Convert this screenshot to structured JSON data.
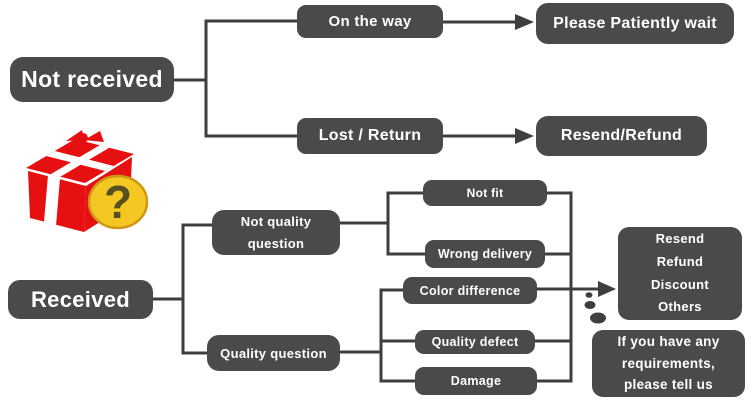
{
  "palette": {
    "box": "#4a4a4a",
    "line": "#3e3e3e",
    "text": "#ffffff",
    "gift_red": "#e71010",
    "gift_white": "#ffffff",
    "gift_yellow": "#f4c722",
    "gift_yellow_border": "#cf9716",
    "qmark": "#55501e"
  },
  "icons": {
    "gift": "gift-box-with-question-mark-icon"
  },
  "flowchart": {
    "not_received": {
      "label": "Not received"
    },
    "on_the_way": {
      "label": "On the way"
    },
    "please_wait": {
      "label": "Please Patiently wait"
    },
    "lost_return": {
      "label": "Lost / Return"
    },
    "resend_refund": {
      "label": "Resend/Refund"
    },
    "received": {
      "label": "Received"
    },
    "not_quality_question": {
      "lines": [
        "Not quality",
        "question"
      ]
    },
    "quality_question": {
      "label": "Quality question"
    },
    "not_fit": {
      "label": "Not fit"
    },
    "wrong_delivery": {
      "label": "Wrong delivery"
    },
    "color_difference": {
      "label": "Color difference"
    },
    "quality_defect": {
      "label": "Quality defect"
    },
    "damage": {
      "label": "Damage"
    },
    "resolution": {
      "lines": [
        "Resend",
        "Refund",
        "Discount",
        "Others"
      ]
    },
    "requirements": {
      "lines": [
        "If you have any",
        "requirements,",
        "please tell us"
      ]
    },
    "question_mark_glyph": "?"
  }
}
